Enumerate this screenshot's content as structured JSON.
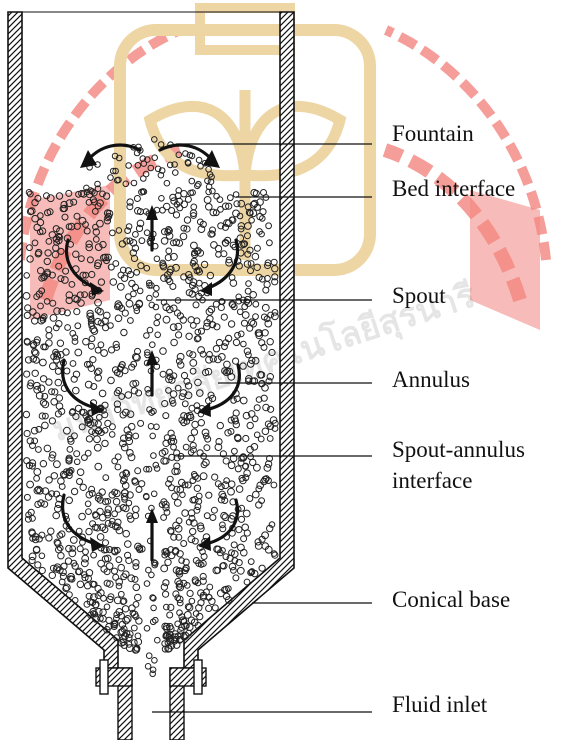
{
  "watermark": {
    "text": "มหาวิทยาลัยเทคโนโลยีสุรนารี",
    "emblem_color": "#e0b35a",
    "arc_color": "#e82218"
  },
  "colors": {
    "ink": "#111111",
    "particle_stroke": "#222222",
    "background": "#ffffff"
  },
  "labels": [
    {
      "id": "fountain",
      "lines": [
        "Fountain"
      ]
    },
    {
      "id": "bed-interface",
      "lines": [
        "Bed interface"
      ]
    },
    {
      "id": "spout",
      "lines": [
        "Spout"
      ]
    },
    {
      "id": "annulus",
      "lines": [
        "Annulus"
      ]
    },
    {
      "id": "spout-annulus-interface",
      "lines": [
        "Spout-annulus",
        "interface"
      ]
    },
    {
      "id": "conical-base",
      "lines": [
        "Conical base"
      ]
    },
    {
      "id": "fluid-inlet",
      "lines": [
        "Fluid inlet"
      ]
    }
  ]
}
